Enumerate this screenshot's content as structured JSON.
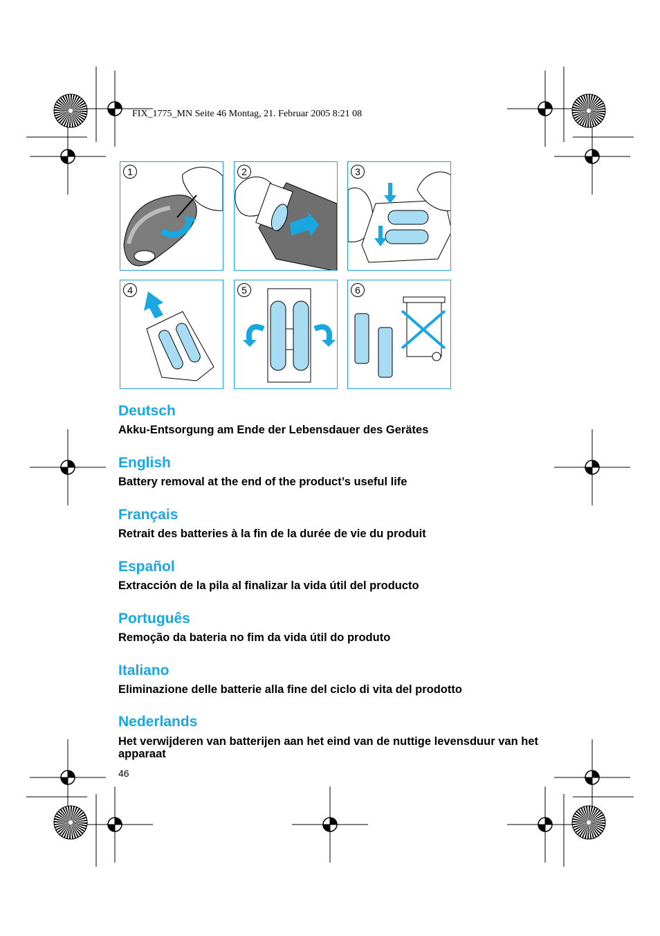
{
  "header": {
    "print_slug": "FIX_1775_MN  Seite 46  Montag, 21. Februar 2005  8:21 08"
  },
  "figure": {
    "panels": [
      {
        "number": "1"
      },
      {
        "number": "2"
      },
      {
        "number": "3"
      },
      {
        "number": "4"
      },
      {
        "number": "5"
      },
      {
        "number": "6"
      }
    ],
    "accent_color": "#1aa7e0",
    "battery_color": "#a8dcf2"
  },
  "sections": [
    {
      "language": "Deutsch",
      "subtitle": "Akku-Entsorgung am Ende der Lebensdauer des Gerätes"
    },
    {
      "language": "English",
      "subtitle": "Battery removal at the end of the product’s useful life"
    },
    {
      "language": "Français",
      "subtitle": "Retrait des batteries à la fin de la durée de vie du produit"
    },
    {
      "language": "Español",
      "subtitle": "Extracción de la pila al finalizar la vida útil del producto"
    },
    {
      "language": "Português",
      "subtitle": "Remoção da bateria no fim da vida útil do produto"
    },
    {
      "language": "Italiano",
      "subtitle": "Eliminazione delle batterie alla fine del ciclo di vita del prodotto"
    },
    {
      "language": "Nederlands",
      "subtitle": "Het verwijderen van batterijen aan het eind van de nuttige levensduur van het apparaat"
    }
  ],
  "footer": {
    "page_number": "46"
  }
}
